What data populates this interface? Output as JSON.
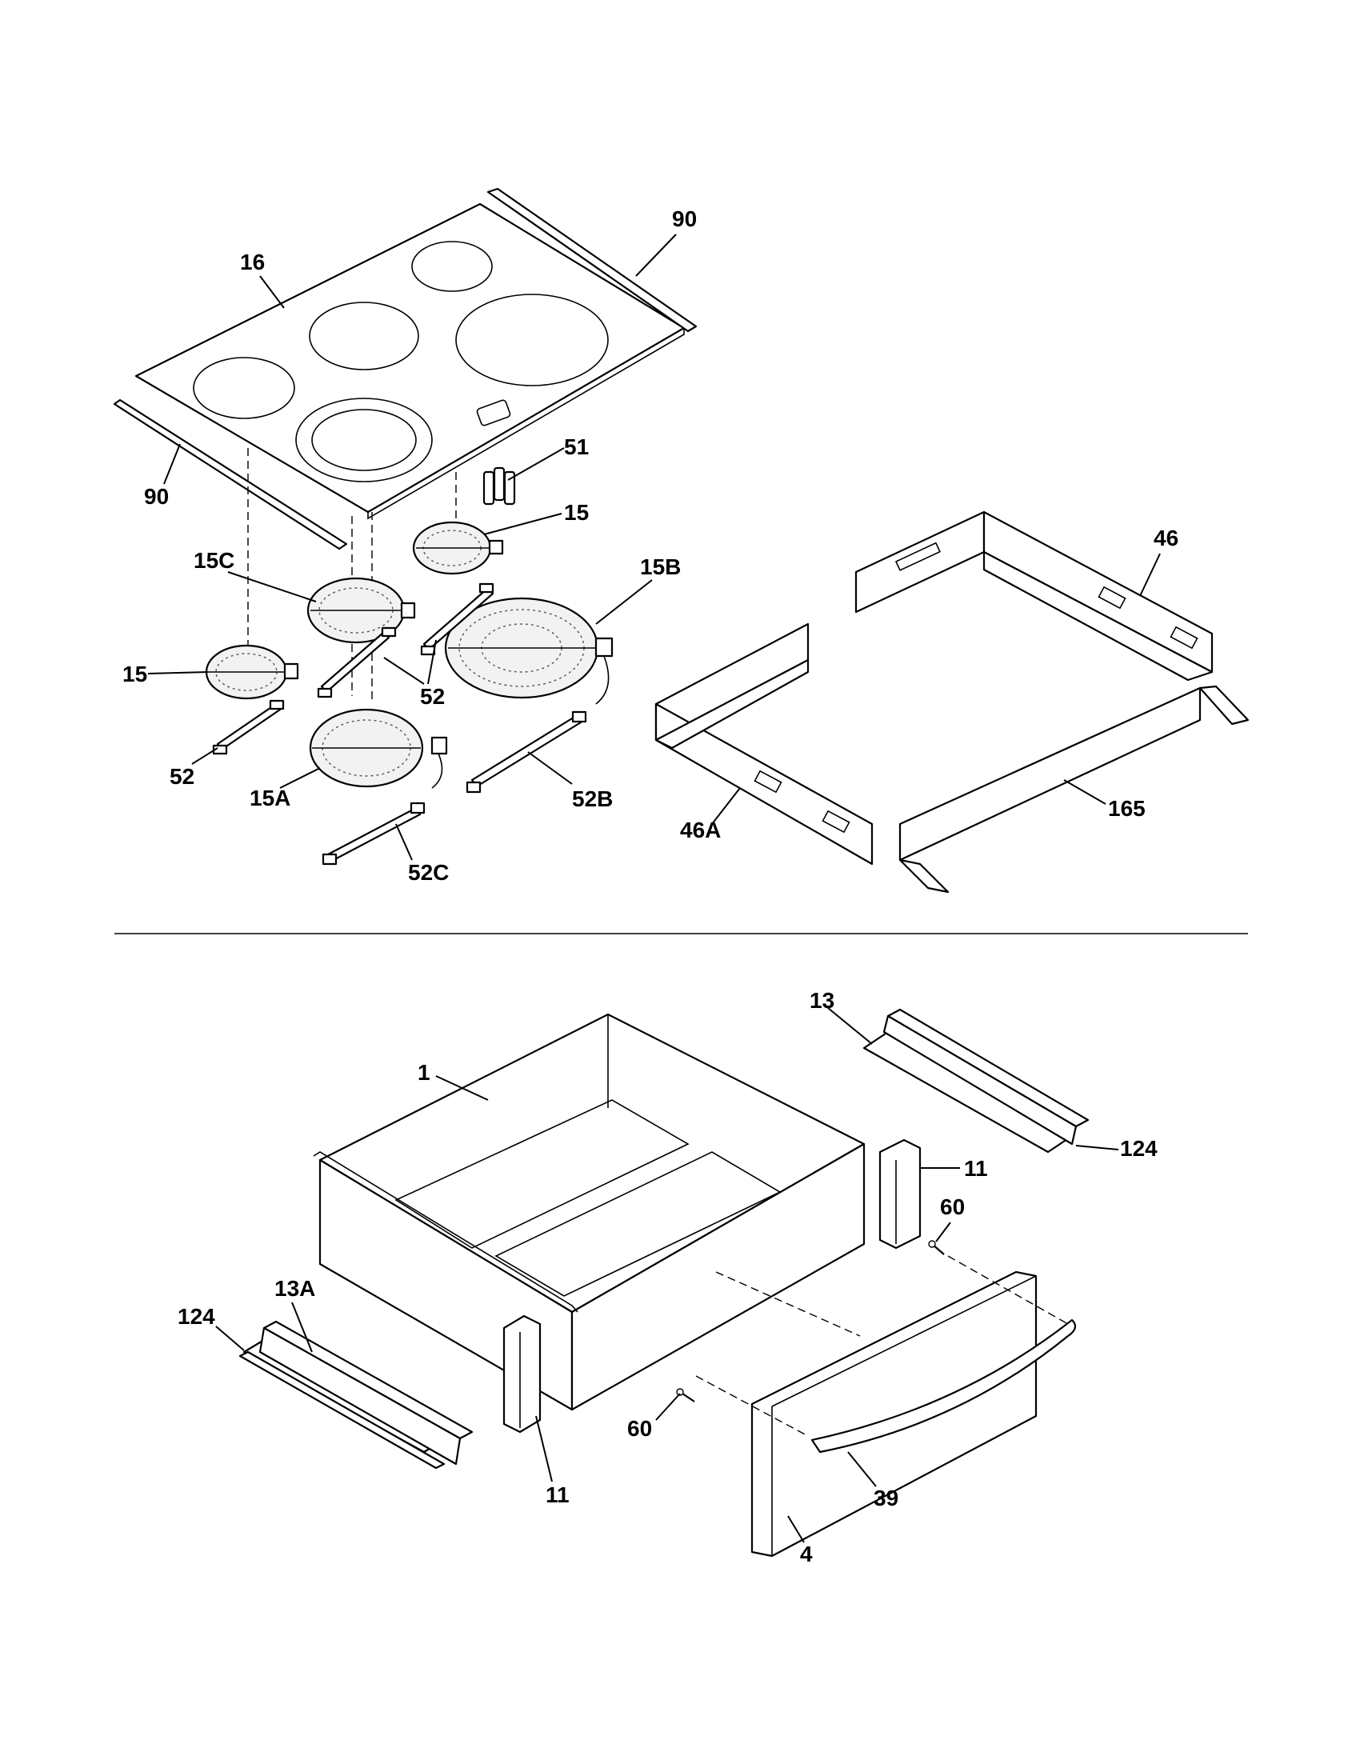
{
  "callouts": {
    "c16": "16",
    "c90_top": "90",
    "c90_left": "90",
    "c51": "51",
    "c15_top": "15",
    "c15C": "15C",
    "c15B": "15B",
    "c15_left": "15",
    "c52_mid": "52",
    "c52_left": "52",
    "c15A": "15A",
    "c52B": "52B",
    "c52C": "52C",
    "c46": "46",
    "c46A": "46A",
    "c165": "165",
    "c13": "13",
    "c1": "1",
    "c11_right": "11",
    "c124_right": "124",
    "c60_right": "60",
    "c13A": "13A",
    "c124_left": "124",
    "c60_left": "60",
    "c11_left": "11",
    "c39": "39",
    "c4": "4"
  },
  "colors": {
    "line": "#000000",
    "paper": "#ffffff"
  }
}
